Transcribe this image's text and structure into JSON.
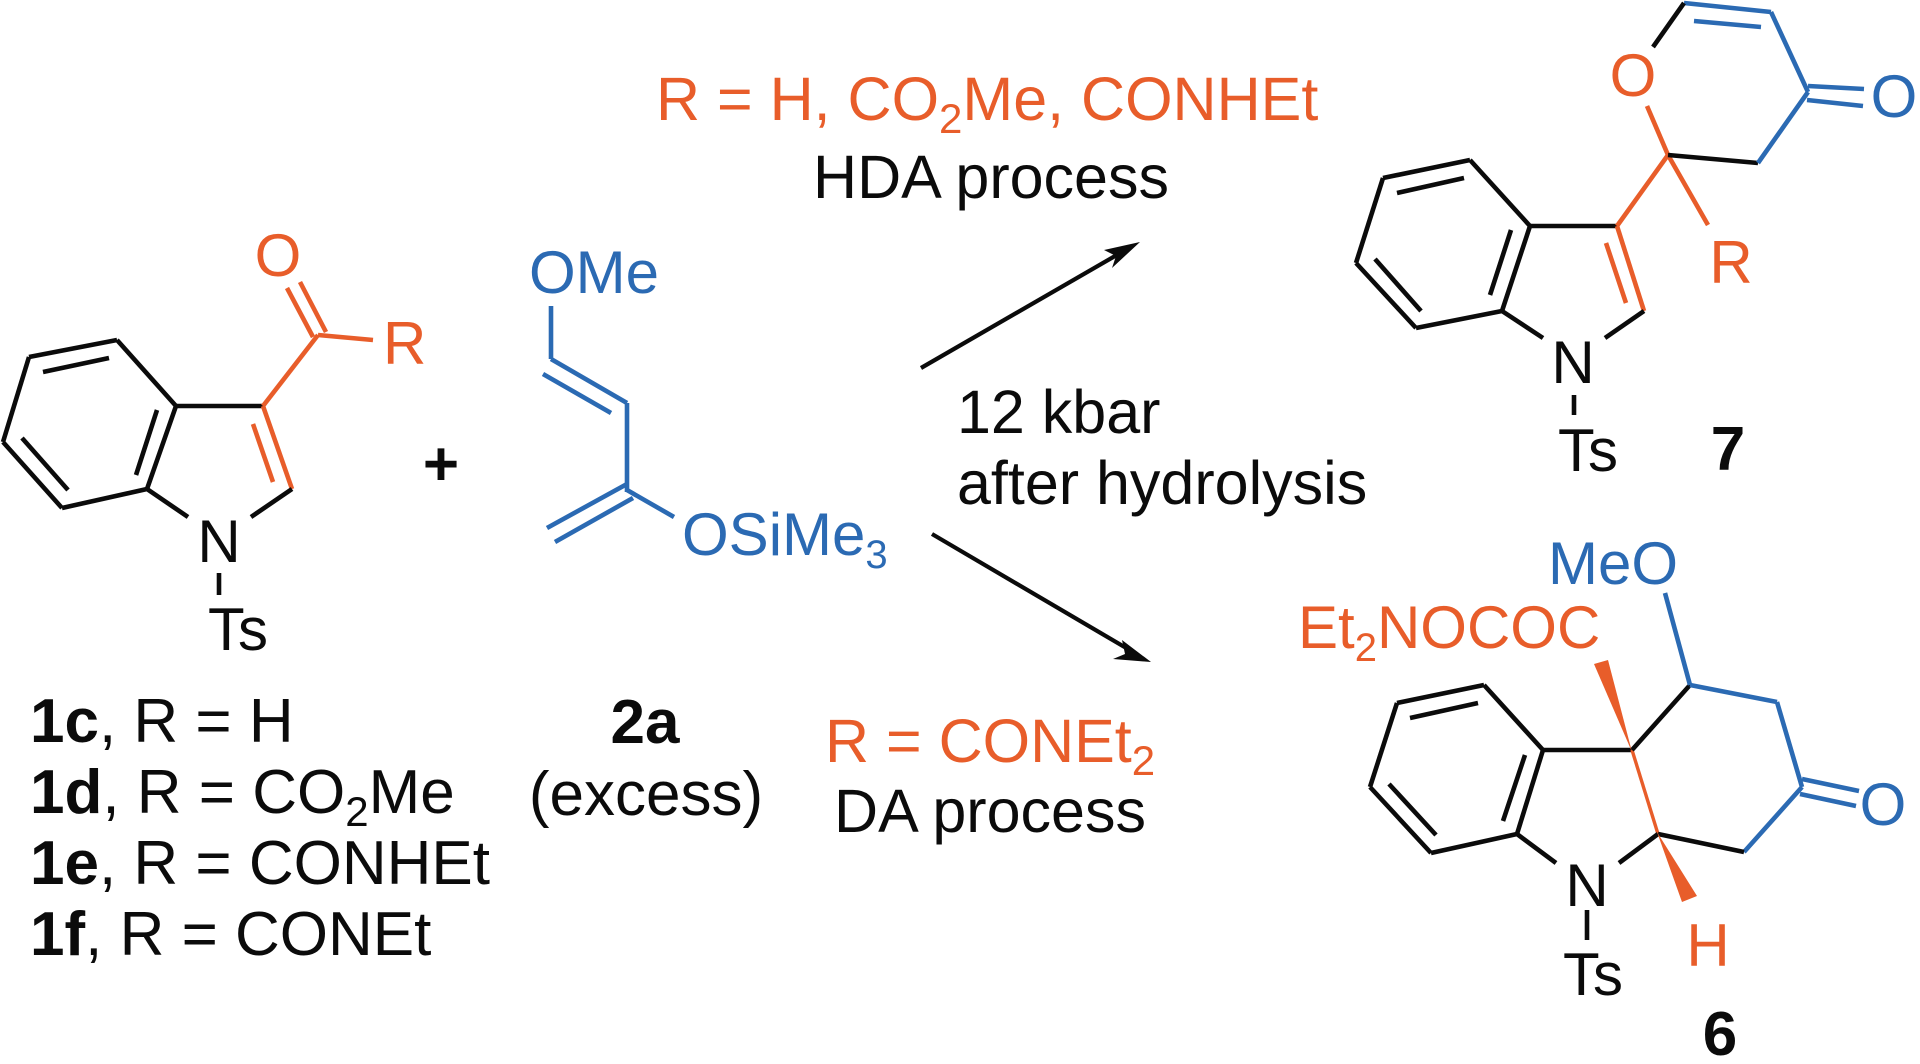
{
  "figure": {
    "type": "reaction-scheme",
    "colors": {
      "dienophile_highlight": "#e85d2a",
      "diene_highlight": "#2b6ab3",
      "default": "#0b0b0b"
    }
  },
  "reactant_1": {
    "atoms": {
      "carbonyl_O": "O",
      "substituent": "R",
      "nitrogen": "N",
      "protecting_group": "Ts"
    },
    "variants": [
      {
        "id": "1c",
        "sep": ", R = ",
        "value": "H",
        "sub": "",
        "tail": ""
      },
      {
        "id": "1d",
        "sep": ", R = ",
        "value": "CO",
        "sub": "2",
        "tail": "Me"
      },
      {
        "id": "1e",
        "sep": ", R = ",
        "value": "CONHEt",
        "sub": "",
        "tail": ""
      },
      {
        "id": "1f",
        "sep": ", R = ",
        "value": "CONEt",
        "sub": "",
        "tail": ""
      }
    ]
  },
  "plus_sign": "+",
  "reactant_2": {
    "atoms": {
      "methoxy": "OMe",
      "silyl_ether": "OSiMe",
      "silyl_sub": "3"
    },
    "id": "2a",
    "note": "(excess)"
  },
  "conditions": {
    "line1": "12 kbar",
    "line2": "after hydrolysis"
  },
  "upper_pathway": {
    "r_prefix": "R = H, CO",
    "r_sub": "2",
    "r_suffix": "Me, CONHEt",
    "process": "HDA process"
  },
  "lower_pathway": {
    "r_prefix": "R = CONEt",
    "r_sub": "2",
    "process": "DA process"
  },
  "product_7": {
    "atoms": {
      "ring_O": "O",
      "keto_O": "O",
      "substituent": "R",
      "nitrogen": "N",
      "protecting_group": "Ts"
    },
    "id": "7"
  },
  "product_6": {
    "atoms": {
      "methoxy": "MeO",
      "amide_prefix": "Et",
      "amide_sub": "2",
      "amide_suffix": "NOCOC",
      "keto_O": "O",
      "hydrogen": "H",
      "nitrogen": "N",
      "protecting_group": "Ts"
    },
    "id": "6"
  }
}
